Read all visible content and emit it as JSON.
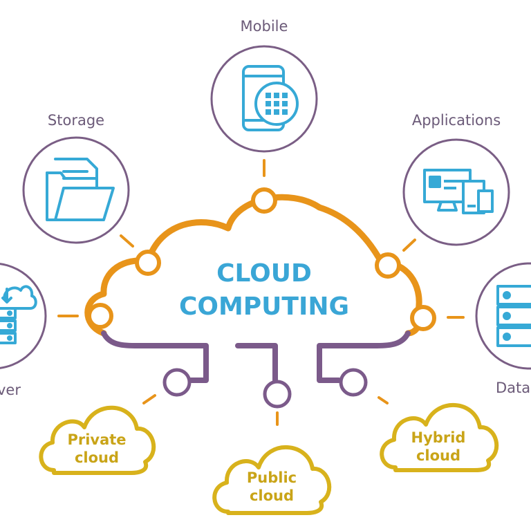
{
  "title": {
    "line1": "CLOUD",
    "line2": "COMPUTING"
  },
  "services": {
    "mobile": "Mobile",
    "storage": "Storage",
    "applications": "Applications",
    "server": "ver",
    "database": "Data"
  },
  "deployment": {
    "private": {
      "line1": "Private",
      "line2": "cloud"
    },
    "public": {
      "line1": "Public",
      "line2": "cloud"
    },
    "hybrid": {
      "line1": "Hybrid",
      "line2": "cloud"
    }
  },
  "colors": {
    "orange": "#e8941a",
    "purple": "#7b5a8a",
    "circle_border": "#7a5e85",
    "icon_blue": "#36a9d6",
    "title_blue": "#3aa6d6",
    "gold": "#d8b21c",
    "label_gray": "#6b5a78"
  },
  "icons": [
    "phone-keypad-icon",
    "folder-documents-icon",
    "devices-icon",
    "server-download-icon",
    "database-stack-icon"
  ]
}
